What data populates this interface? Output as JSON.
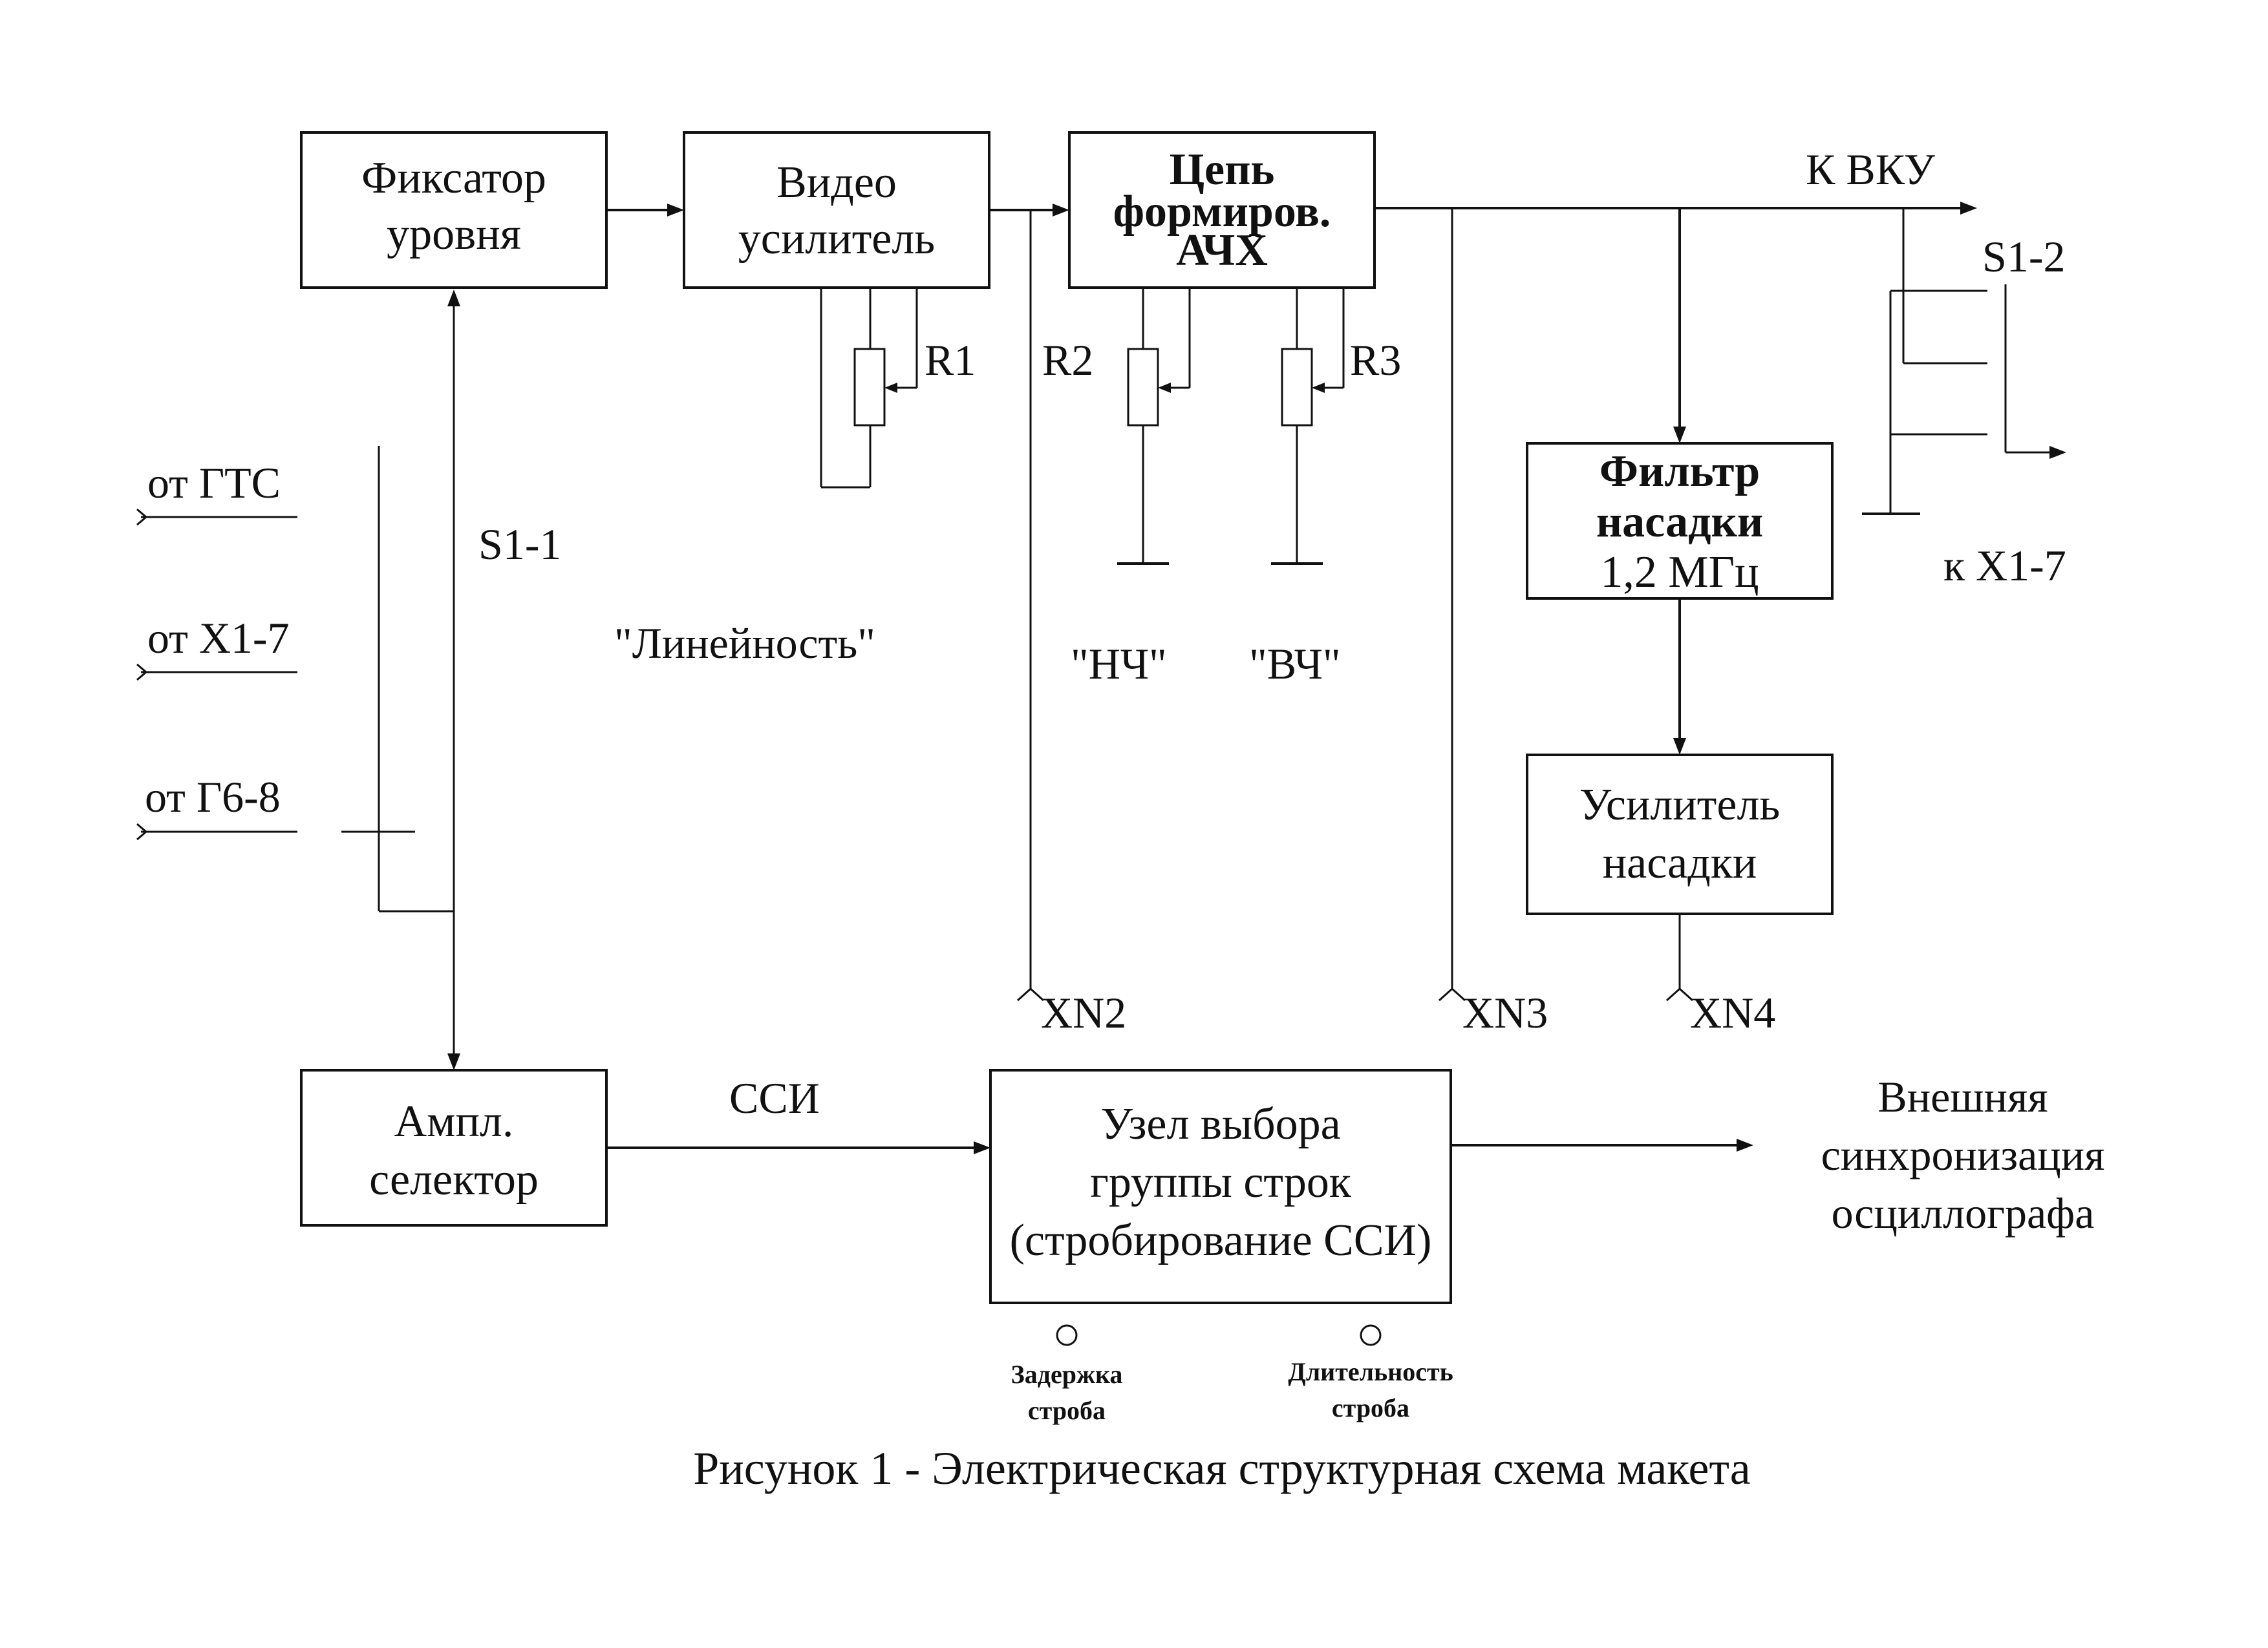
{
  "blocks": {
    "fixator": [
      "Фиксатор",
      "уровня"
    ],
    "video_amp": [
      "Видео",
      "усилитель"
    ],
    "afc_chain": [
      "Цепь",
      "формиров.",
      "АЧХ"
    ],
    "filter": [
      "Фильтр",
      "насадки",
      "1,2 МГц"
    ],
    "attach_amp": [
      "Усилитель",
      "насадки"
    ],
    "ampl_selector": [
      "Ампл.",
      "селектор"
    ],
    "line_group": [
      "Узел выбора",
      "группы строк",
      "(стробирование ССИ)"
    ]
  },
  "labels": {
    "to_vku": "К ВКУ",
    "s1_2": "S1-2",
    "s1_1": "S1-1",
    "to_x1_7": "к X1-7",
    "from_gts": "от ГТС",
    "from_x1_7": "от X1-7",
    "from_g6_8": "от Г6-8",
    "r1": "R1",
    "r2": "R2",
    "r3": "R3",
    "linearity": "\"Линейность\"",
    "lf": "\"НЧ\"",
    "hf": "\"ВЧ\"",
    "xn2": "XN2",
    "xn3": "XN3",
    "xn4": "XN4",
    "ssi": "ССИ",
    "ext_sync": [
      "Внешняя",
      "синхронизация",
      "осциллографа"
    ],
    "strobe_delay": [
      "Задержка",
      "строба"
    ],
    "strobe_duration": [
      "Длительность",
      "строба"
    ]
  },
  "caption": "Рисунок 1 - Электрическая структурная схема макета"
}
